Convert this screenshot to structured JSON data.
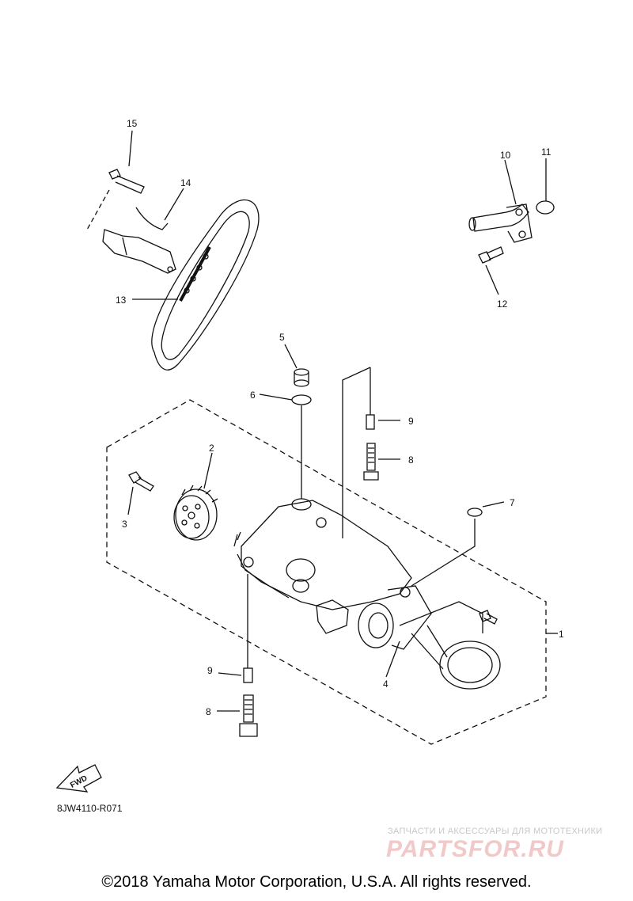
{
  "diagram": {
    "callouts": {
      "c1": "1",
      "c2": "2",
      "c3": "3",
      "c4": "4",
      "c5": "5",
      "c6": "6",
      "c7": "7",
      "c8a": "8",
      "c8b": "8",
      "c9a": "9",
      "c9b": "9",
      "c10": "10",
      "c11": "11",
      "c12": "12",
      "c13": "13",
      "c14": "14",
      "c15": "15"
    },
    "fwd_label": "FWD",
    "drawing_code": "8JW4110-R071"
  },
  "watermark": {
    "tagline": "ЗАПЧАСТИ И АКСЕССУАРЫ ДЛЯ МОТОТЕХНИКИ",
    "logo_text": "PARTSFOR.RU"
  },
  "footer": {
    "copyright": "©2018 Yamaha Motor Corporation, U.S.A. All rights reserved."
  }
}
